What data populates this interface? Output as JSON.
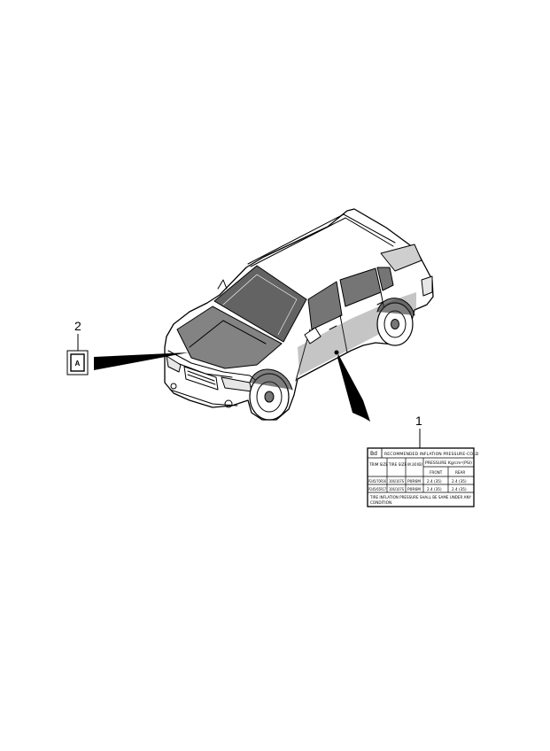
{
  "callouts": {
    "part1": "1",
    "part2": "2"
  },
  "symbol_label": "A",
  "tire_label": {
    "icon": "Bd",
    "heading": "RECOMMENDED INFLATION PRESSURE-COLD",
    "col_trim_size": "TRIM SIZE",
    "col_tire_size": "TIRE SIZE",
    "col_max_load": "MAX LOAD INDEX",
    "col_pressure": "PRESSURE Kg/cm²(PSI)",
    "col_front": "FRONT",
    "col_rear": "REAR",
    "rows": [
      {
        "trim": "P245/70R16",
        "size": "106/107S",
        "load": "P0R6M",
        "front": "2.4 (35)",
        "rear": "2.4 (35)"
      },
      {
        "trim": "P245/65R17",
        "size": "106/107S",
        "load": "P0R6M",
        "front": "2.4 (35)",
        "rear": "2.4 (35)"
      }
    ],
    "footer_line1": "TIRE INFLATION PRESSURE SHALL BE SAME UNDER ANY",
    "footer_line2": "CONDITION."
  }
}
